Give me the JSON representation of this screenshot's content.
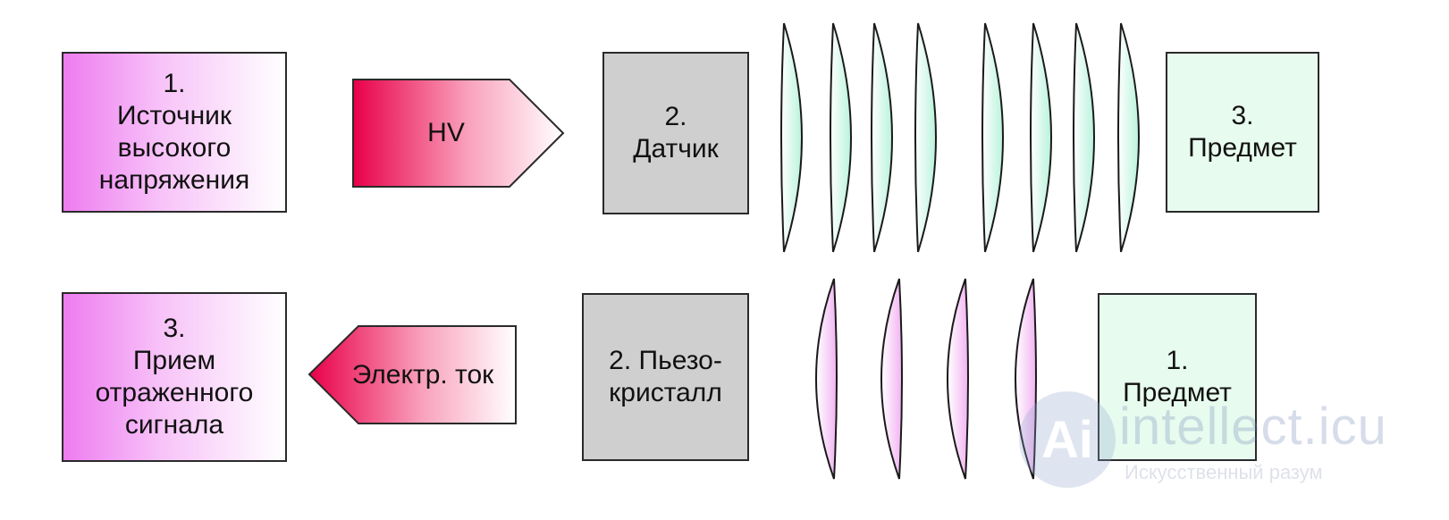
{
  "top_row": {
    "source_box": "1.\nИсточник\nвысокого\nнапряжения",
    "arrow_label": "HV",
    "sensor_box": "2.\nДатчик",
    "object_box": "3.\nПредмет"
  },
  "bottom_row": {
    "receive_box": "3.\nПрием\nотраженного\nсигнала",
    "arrow_label": "Электр. ток",
    "crystal_box": "2. Пьезо-\nкристалл",
    "object_box": "1.\nПредмет"
  },
  "waves": {
    "top_count": 8,
    "top_color": "#b8f3dc",
    "bottom_count": 4,
    "bottom_color": "#f2b3f2"
  },
  "colors": {
    "source_gradient_start": "#ee7cf0",
    "arrow_gradient_start": "#e8004a",
    "sensor_fill": "#cfcfcf",
    "object_fill": "#e8fbef"
  },
  "watermark": {
    "logo": "Ai",
    "site": "intellect.icu",
    "tagline": "Искусственный разум"
  }
}
